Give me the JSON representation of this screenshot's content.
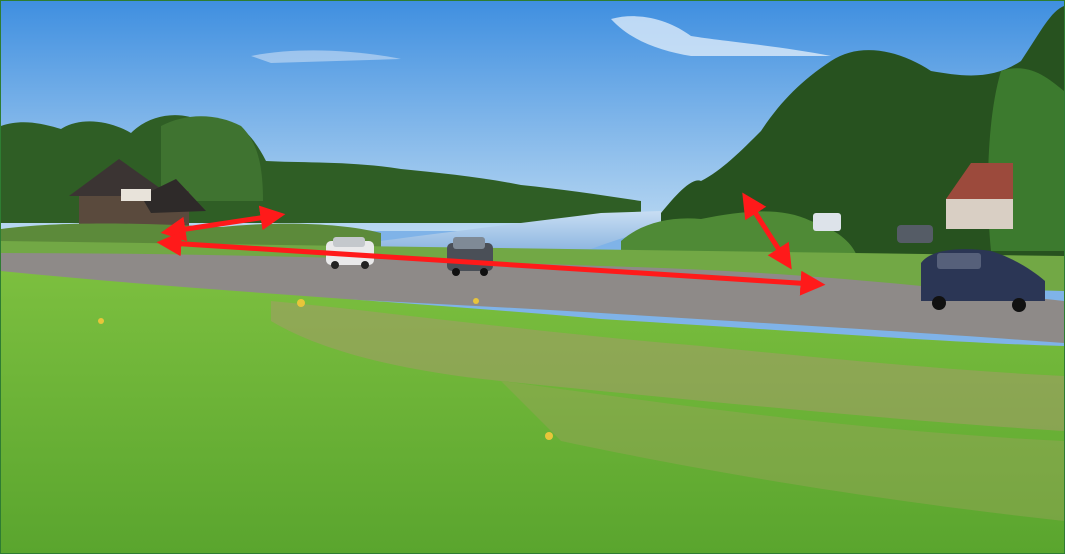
{
  "scene": {
    "description_kind": "annotated-photo",
    "colors": {
      "sky_top": "#3f8fe0",
      "sky_bottom": "#b9d8f2",
      "tree_dark": "#234d1e",
      "tree_mid": "#3a6b2c",
      "tree_light": "#5a8a3a",
      "water": "#9ec3e6",
      "road": "#8e8a88",
      "grass_near": "#6fb33a",
      "grass_dry": "#a49a6a",
      "arrow": "#ff1a1a",
      "frame_border": "#2e7d32"
    },
    "annotations": {
      "arrow_count": 3,
      "arrow_style": "double-headed"
    },
    "objects": {
      "cars": [
        "white-car",
        "dark-car-center",
        "dark-blue-car-right",
        "white-van",
        "far-car"
      ],
      "house": "dark-roof-house",
      "house_right": "red-roof-house",
      "canal": "canal-water"
    }
  }
}
